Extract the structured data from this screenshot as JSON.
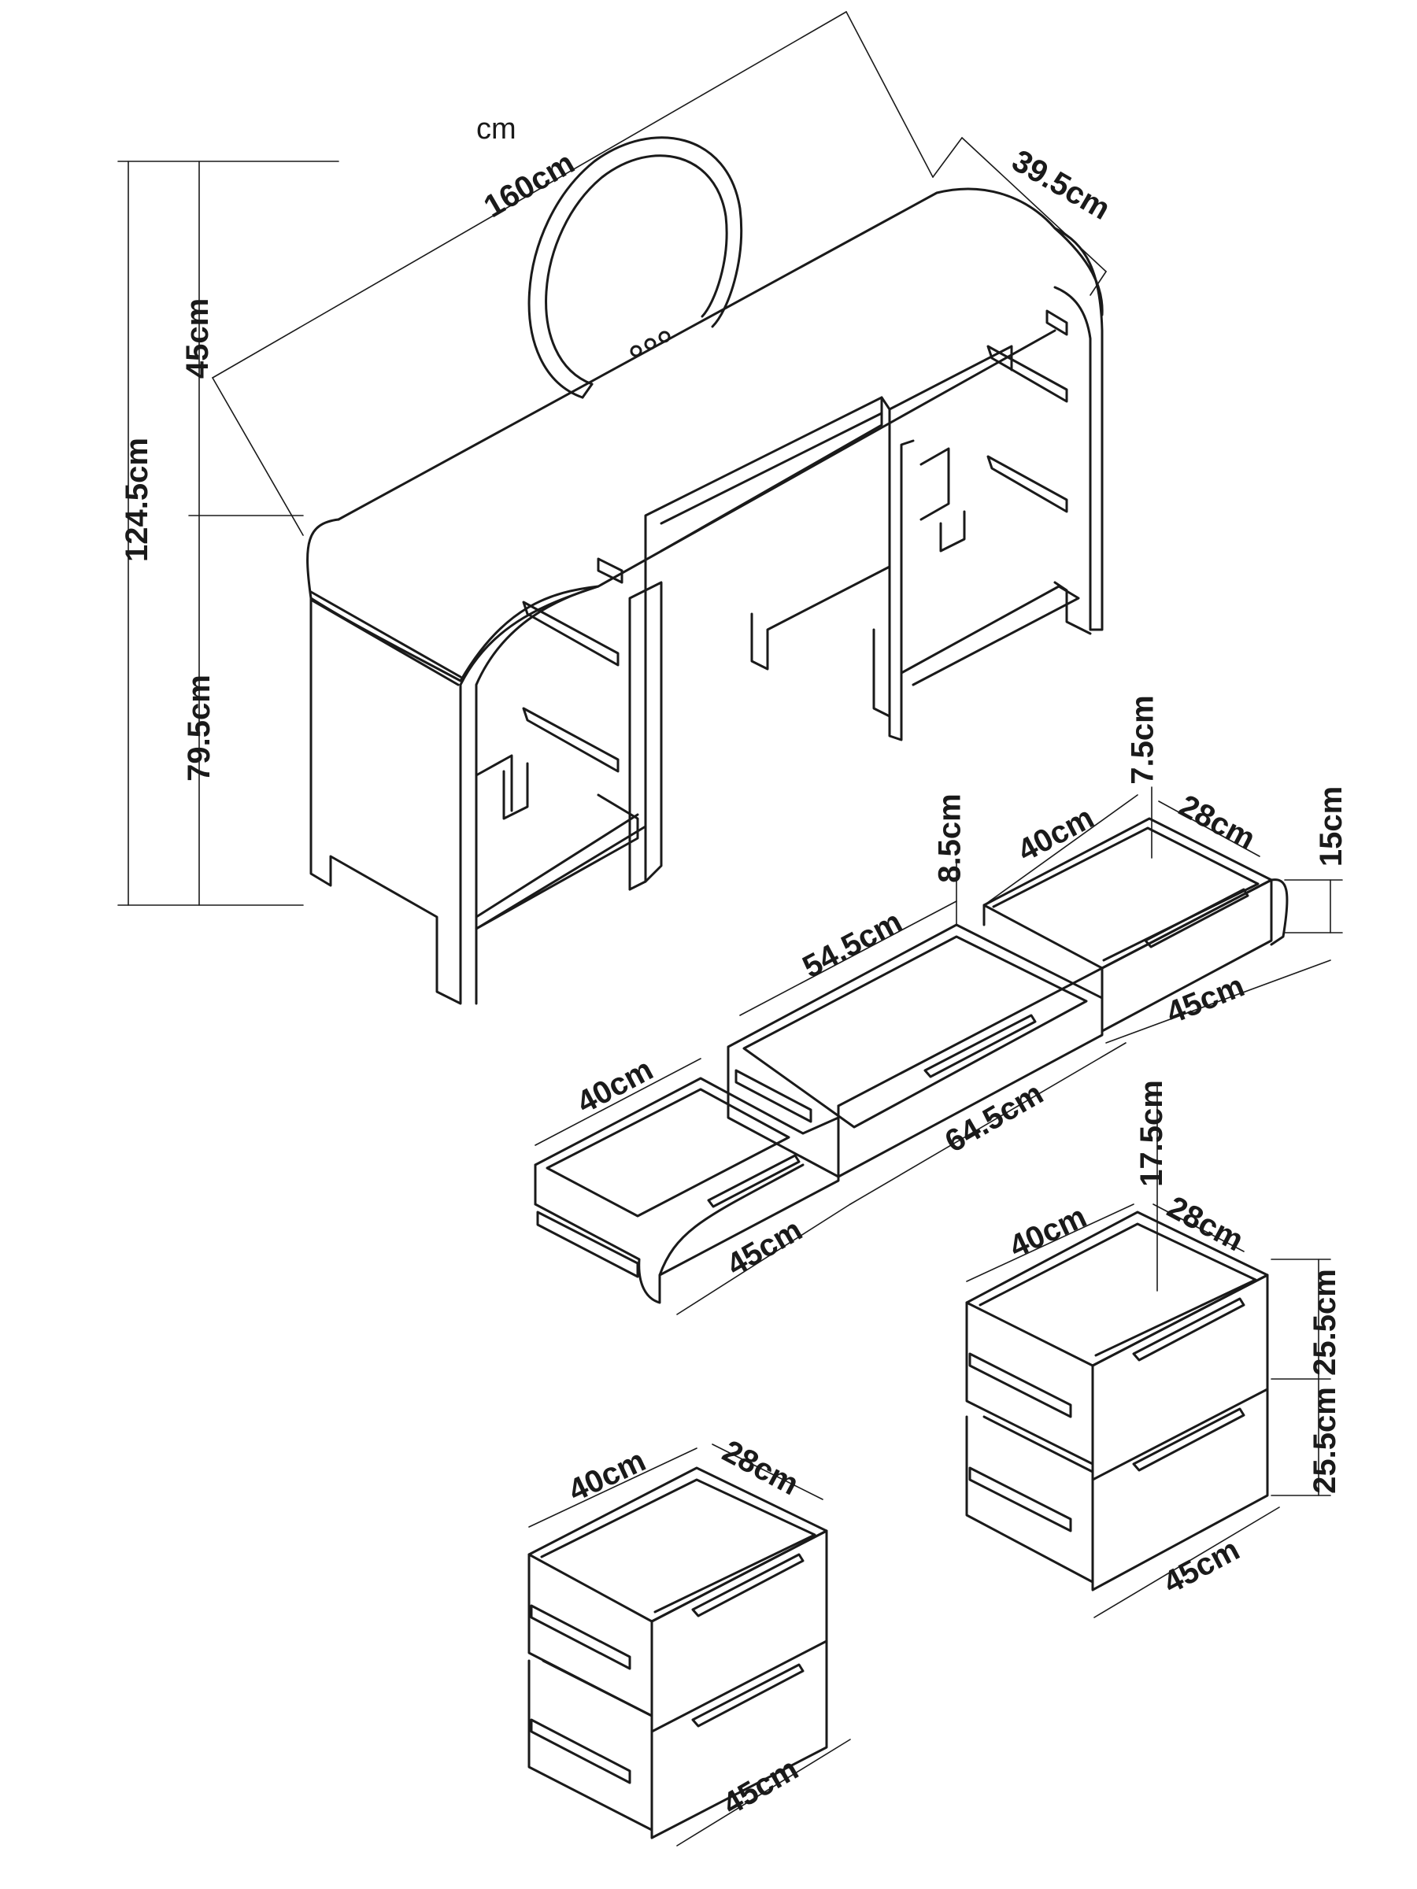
{
  "unit": "cm",
  "colors": {
    "line": "#1a1a1a",
    "background": "#ffffff"
  },
  "icons": [
    "round-led-mirror-icon",
    "touch-button-icon",
    "drawer-rail-icon"
  ],
  "dimensions": {
    "total_width": "160cm",
    "depth": "39.5cm",
    "mirror_height": "45cm",
    "total_height": "124.5cm",
    "table_height": "79.5cm",
    "small_drawer_top_height": "7.5cm",
    "small_drawer_top_width": "40cm",
    "small_drawer_top_depth": "28cm",
    "small_drawer_top_front_height": "15cm",
    "small_drawer_top_front_width": "45cm",
    "center_drawer_height": "8.5cm",
    "center_drawer_inner_width": "54.5cm",
    "center_drawer_front_width": "64.5cm",
    "left_drawer_width": "40cm",
    "left_drawer_front_width": "45cm",
    "right_stack_top_height": "17.5cm",
    "right_stack_width": "40cm",
    "right_stack_depth": "28cm",
    "right_stack_upper_height": "25.5cm",
    "right_stack_lower_height": "25.5cm",
    "right_stack_front_width": "45cm",
    "left_stack_width": "40cm",
    "left_stack_depth": "28cm",
    "left_stack_front_width": "45cm"
  }
}
